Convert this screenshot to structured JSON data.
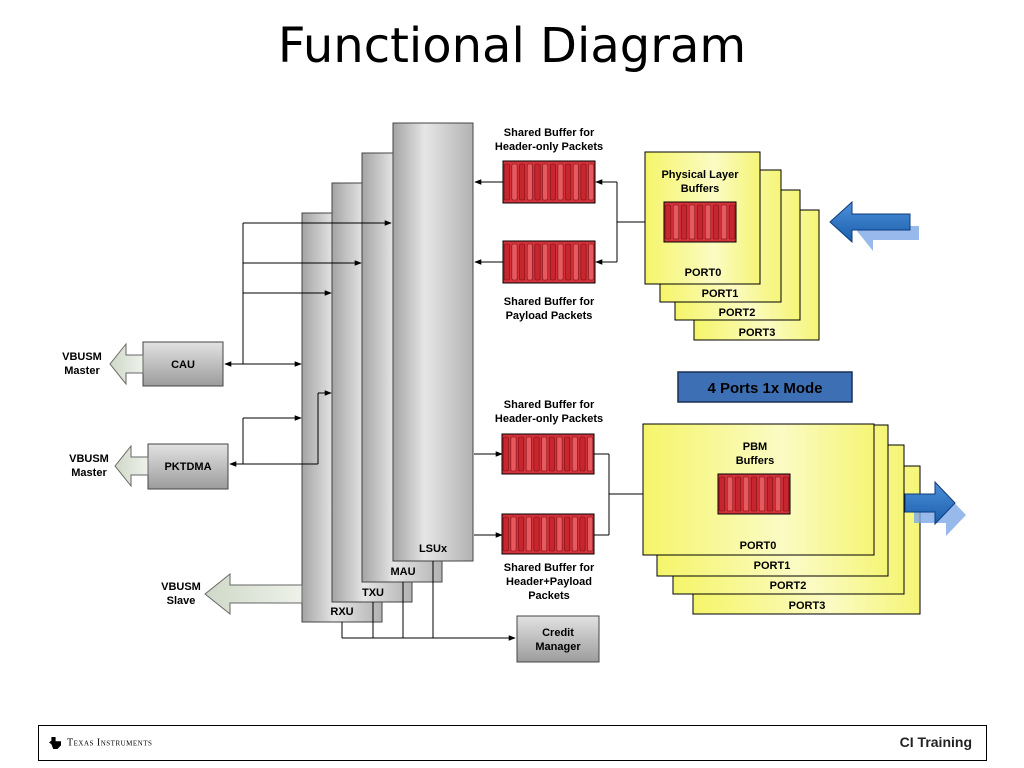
{
  "title": "Functional Diagram",
  "blocks": {
    "lsux": "LSUx",
    "mau": "MAU",
    "txu": "TXU",
    "rxu": "RXU",
    "cau": "CAU",
    "pktdma": "PKTDMA",
    "credit_manager": [
      "Credit",
      "Manager"
    ]
  },
  "vbusm": {
    "master1": [
      "VBUSM",
      "Master"
    ],
    "master2": [
      "VBUSM",
      "Master"
    ],
    "slave": [
      "VBUSM",
      "Slave"
    ]
  },
  "buffers": {
    "top_header": [
      "Shared Buffer for",
      "Header-only Packets"
    ],
    "top_payload": [
      "Shared Buffer for",
      "Payload Packets"
    ],
    "bottom_header": [
      "Shared Buffer for",
      "Header-only Packets"
    ],
    "bottom_header_payload": [
      "Shared Buffer for",
      "Header+Payload",
      "Packets"
    ]
  },
  "physical_layer": {
    "label": [
      "Physical Layer",
      "Buffers"
    ],
    "ports": [
      "PORT0",
      "PORT1",
      "PORT2",
      "PORT3"
    ]
  },
  "pbm": {
    "label": [
      "PBM",
      "Buffers"
    ],
    "ports": [
      "PORT0",
      "PORT1",
      "PORT2",
      "PORT3"
    ]
  },
  "mode_badge": "4 Ports 1x Mode",
  "footer": {
    "company": "Texas Instruments",
    "brand": "CI Training"
  },
  "colors": {
    "buffer_red": "#d4323a",
    "port_yellow": "#f5f576",
    "mode_blue": "#3d6fb5",
    "arrow_blue": "#1f6fc0"
  }
}
